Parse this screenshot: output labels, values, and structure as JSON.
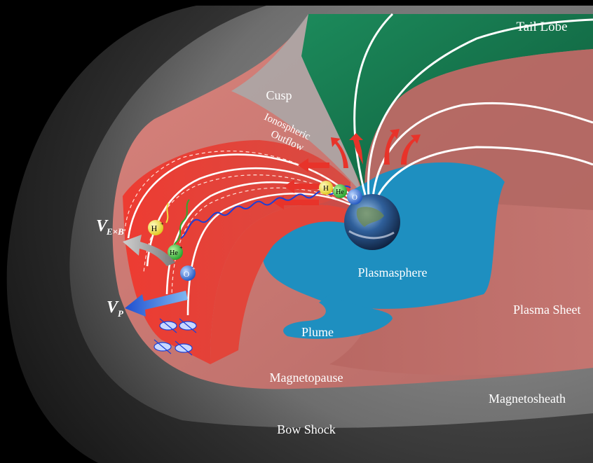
{
  "labels": {
    "tail_lobe": "Tail Lobe",
    "cusp": "Cusp",
    "ionospheric_outflow_line1": "Ionospheric",
    "ionospheric_outflow_line2": "Outflow",
    "plasmasphere": "Plasmasphere",
    "plasma_sheet": "Plasma Sheet",
    "plume": "Plume",
    "magnetopause": "Magnetopause",
    "magnetosheath": "Magnetosheath",
    "bow_shock": "Bow Shock",
    "v_exb_main": "V",
    "v_exb_sub": "E×B",
    "v_p_main": "V",
    "v_p_sub": "P"
  },
  "ions": {
    "h_plus": "H",
    "h_plus_charge": "+",
    "he_plus": "He",
    "he_plus_charge": "+",
    "o_plus": "O",
    "o_plus_charge": "+"
  },
  "colors": {
    "background": "#000000",
    "bow_shock_layer": "#2b2b2b",
    "magnetosheath_layer": "#6e6e6e",
    "magnetopause_region": "#c97a74",
    "tail_lobe": "#1f7a52",
    "plasmasphere": "#1e8fc0",
    "outflow_red": "#e8332a",
    "field_line": "#ffffff",
    "h_ion": "#f2e33a",
    "he_ion": "#3fc23f",
    "o_ion": "#2b6fd6"
  }
}
